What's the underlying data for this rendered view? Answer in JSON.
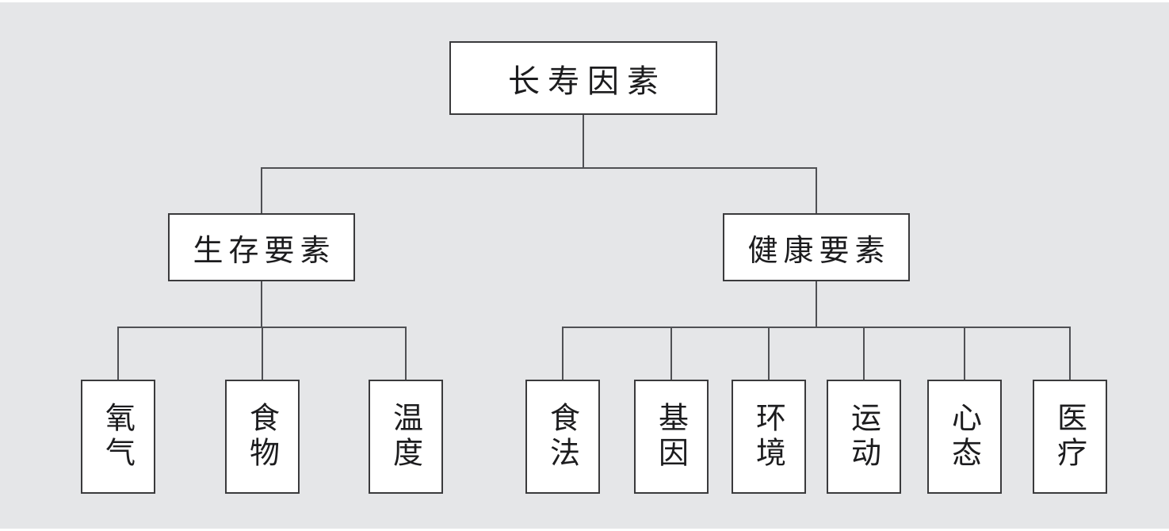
{
  "diagram": {
    "type": "tree",
    "root": {
      "label": "长寿因素"
    },
    "branches": [
      {
        "label": "生存要素",
        "children": [
          {
            "label": "氧气"
          },
          {
            "label": "食物"
          },
          {
            "label": "温度"
          }
        ]
      },
      {
        "label": "健康要素",
        "children": [
          {
            "label": "食法"
          },
          {
            "label": "基因"
          },
          {
            "label": "环境"
          },
          {
            "label": "运动"
          },
          {
            "label": "心态"
          },
          {
            "label": "医疗"
          }
        ]
      }
    ],
    "colors": {
      "background": "#e5e6e8",
      "box_background": "#ffffff",
      "box_border": "#3a3a3c",
      "connector": "#4f5054",
      "text": "#1c1c1e"
    }
  }
}
